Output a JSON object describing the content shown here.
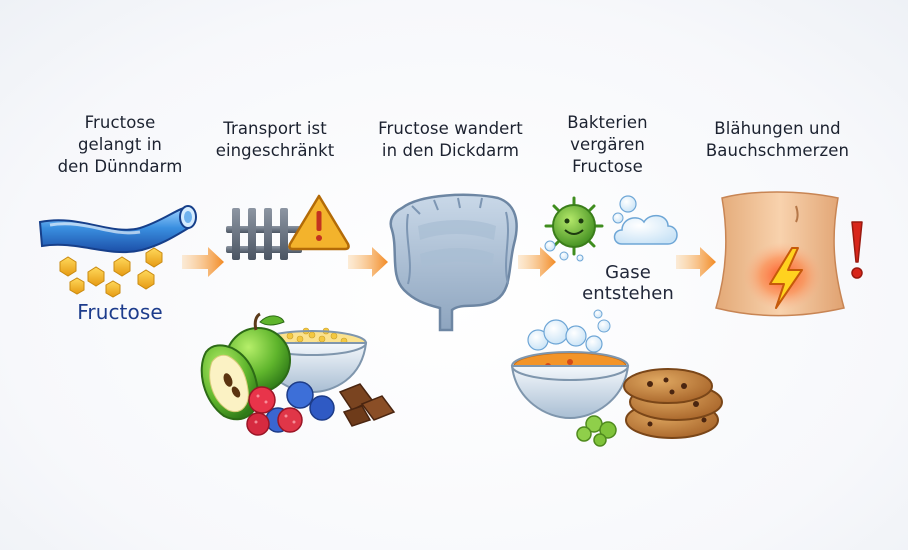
{
  "steps": [
    {
      "id": "small-intestine",
      "lines": [
        "Fructose",
        "gelangt in",
        "den Dünndarm"
      ]
    },
    {
      "id": "transport",
      "lines": [
        "Transport ist",
        "eingeschränkt"
      ]
    },
    {
      "id": "large-intestine",
      "lines": [
        "Fructose wandert",
        "in den Dickdarm"
      ]
    },
    {
      "id": "fermentation",
      "lines": [
        "Bakterien",
        "vergären",
        "Fructose"
      ]
    },
    {
      "id": "symptoms",
      "lines": [
        "Blähungen und",
        "Bauchschmerzen"
      ]
    }
  ],
  "labels": {
    "fructose": "Fructose",
    "gas_line1": "Gase",
    "gas_line2": "entstehen"
  },
  "icons": [
    "intestine-tube-icon",
    "fructose-molecule-icon",
    "barrier-icon",
    "warning-icon",
    "colon-icon",
    "bacteria-icon",
    "cloud-icon",
    "abdomen-icon",
    "lightning-icon",
    "exclamation-icon",
    "arrow-icon",
    "apple-icon",
    "bowl-icon",
    "berries-icon",
    "chocolate-icon",
    "soup-bowl-icon",
    "cookie-icon",
    "grape-icon"
  ],
  "colors": {
    "arrow": "#f28a24",
    "tube": "#3a8fe0",
    "fructose": "#f5b82a",
    "warning": "#f3b32c",
    "bacteria": "#67b83a",
    "pain": "#e63a1f",
    "text_blue": "#1d3c8c"
  }
}
